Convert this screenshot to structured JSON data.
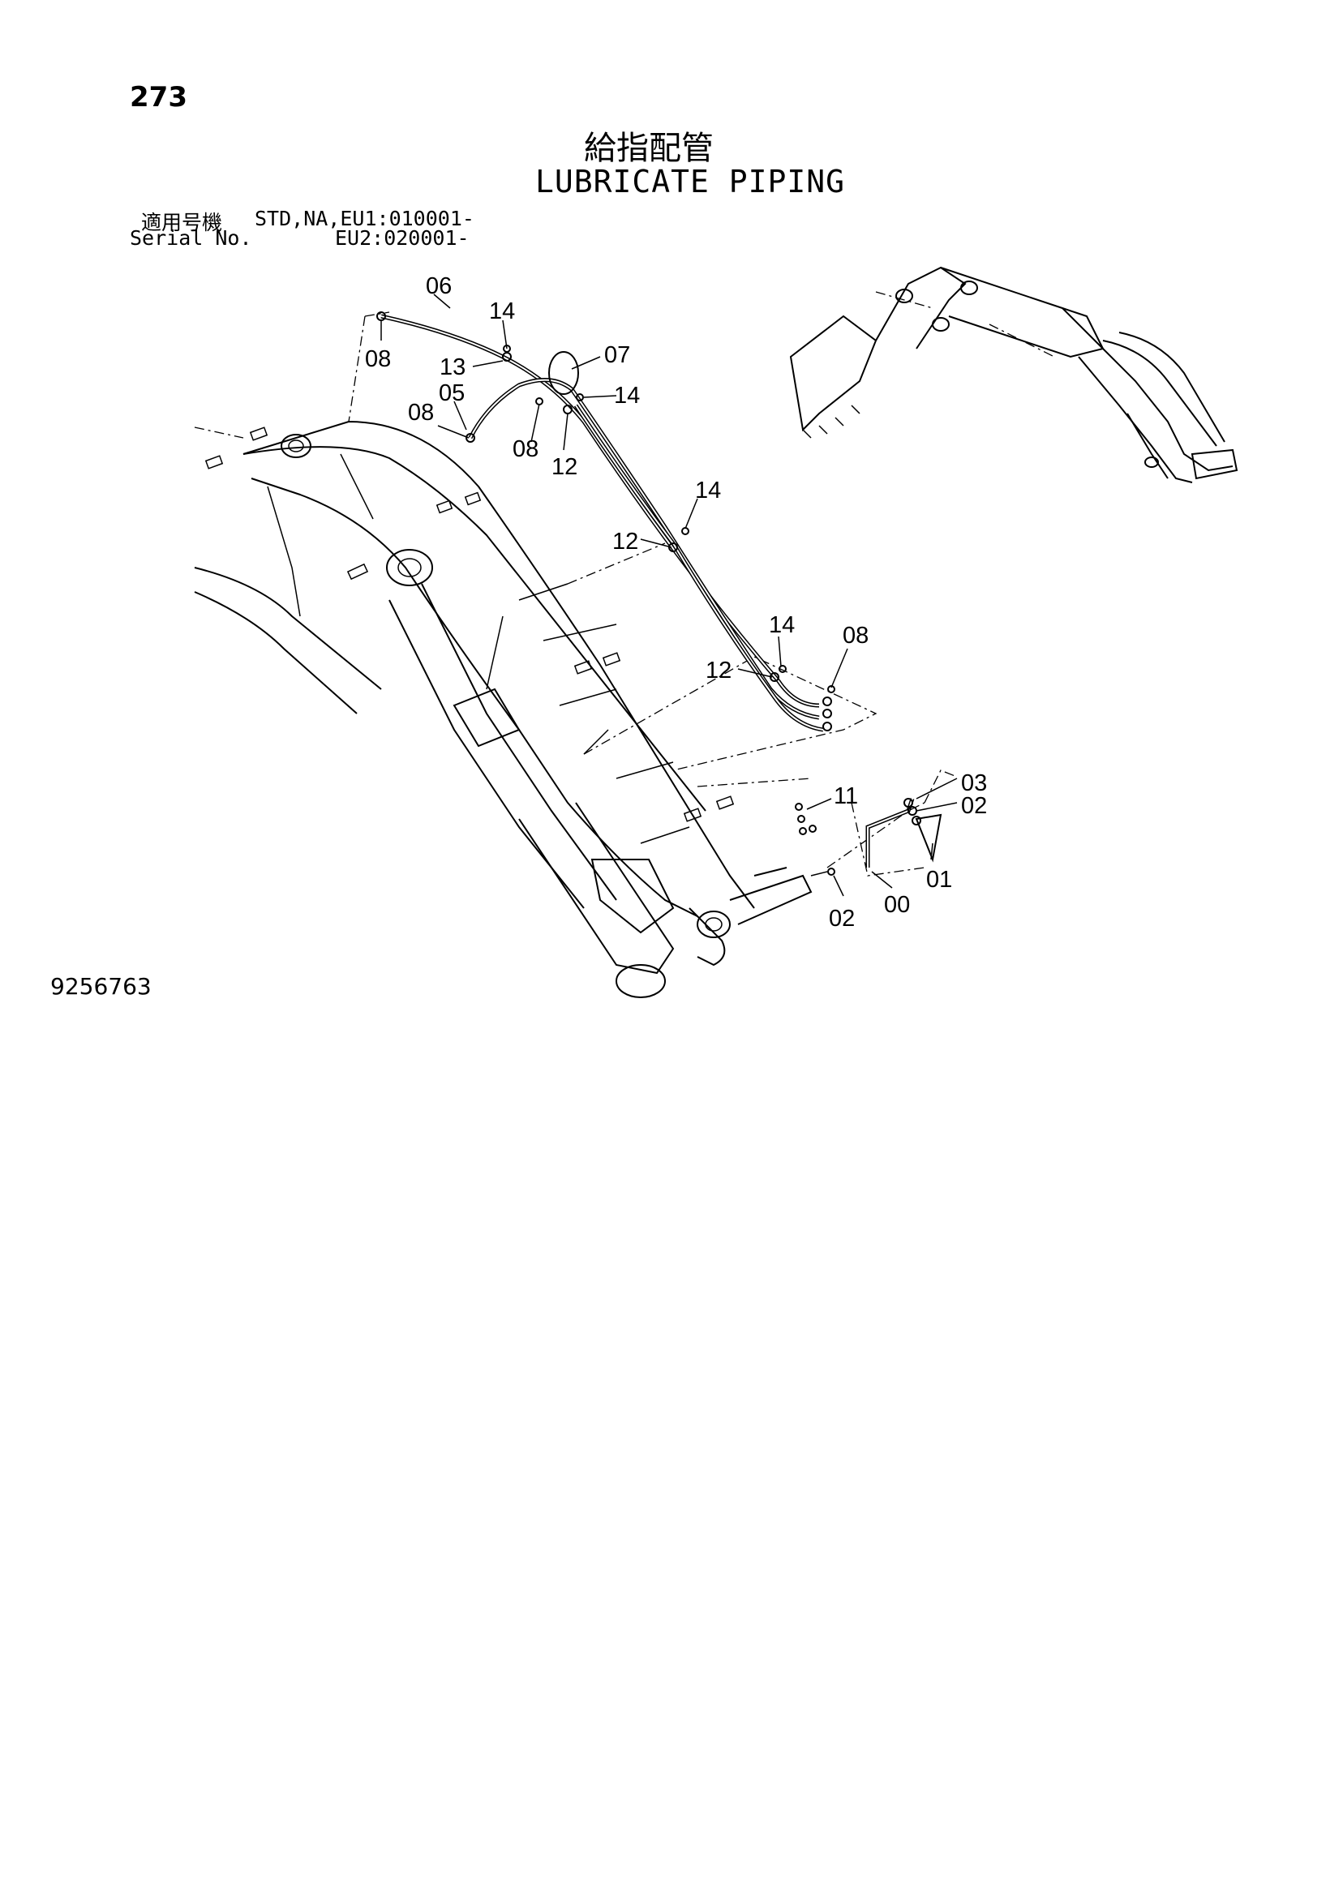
{
  "page_number": "273",
  "title_ja": "給指配管",
  "title_en": "LUBRICATE PIPING",
  "serial": {
    "label_ja": "適用号機",
    "label_en": "Serial No.",
    "std_line": "STD,NA,EU1:010001-",
    "eu2_line": "EU2:020001-"
  },
  "drawing_number": "9256763",
  "callouts": {
    "c06": "06",
    "c14a": "14",
    "c08a": "08",
    "c07": "07",
    "c13": "13",
    "c05": "05",
    "c14b": "14",
    "c08b": "08",
    "c08c": "08",
    "c12a": "12",
    "c14c": "14",
    "c12b": "12",
    "c14d": "14",
    "c08d": "08",
    "c12c": "12",
    "c03": "03",
    "c11": "11",
    "c02a": "02",
    "c01": "01",
    "c00": "00",
    "c02b": "02"
  }
}
